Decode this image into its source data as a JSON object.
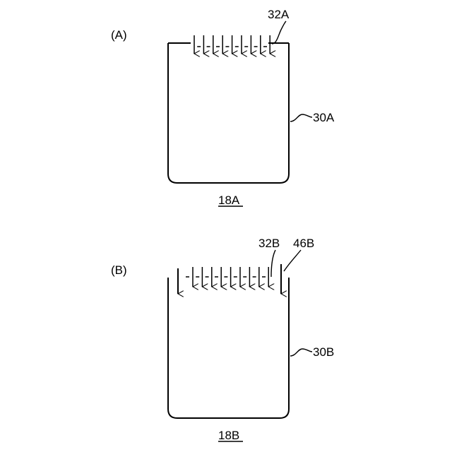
{
  "panels": [
    {
      "panel_label": "(A)",
      "liquid_label": "32A",
      "container_label": "30A",
      "figure_label": "18A"
    },
    {
      "panel_label": "(B)",
      "liquid_label": "32B",
      "inflow_label": "46B",
      "container_label": "30B",
      "figure_label": "18B"
    }
  ]
}
